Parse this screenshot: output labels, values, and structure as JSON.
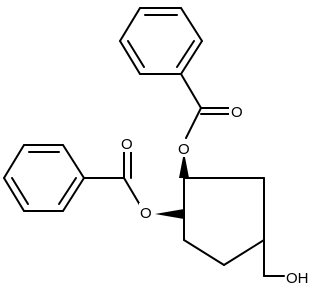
{
  "molecule": {
    "atom_labels": {
      "carbonyl_oxygen_top": "O",
      "ester_oxygen_top": "O",
      "carbonyl_oxygen_left": "O",
      "ester_oxygen_left": "O",
      "hydroxyl": "OH"
    },
    "bond_color": "#000000",
    "background_color": "#ffffff"
  }
}
